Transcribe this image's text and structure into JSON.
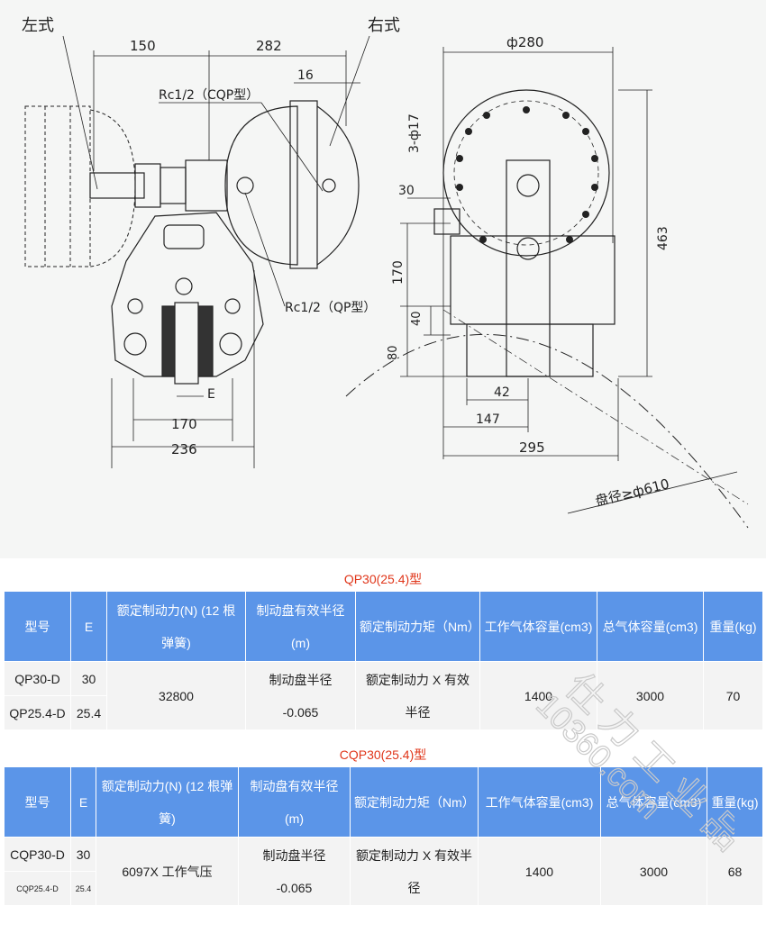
{
  "drawing": {
    "labels": {
      "left_style": "左式",
      "right_style": "右式",
      "dim_150": "150",
      "dim_282": "282",
      "dim_16": "16",
      "rc_cqp": "Rc1/2（CQP型）",
      "rc_qp": "Rc1/2（QP型）",
      "dim_E": "E",
      "dim_170": "170",
      "dim_236": "236",
      "phi_280": "ф280",
      "holes": "3-ф17",
      "dim_30": "30",
      "dim_463": "463",
      "dim_170v": "170",
      "dim_40": "40",
      "dim_80": "80",
      "dim_42": "42",
      "dim_147": "147",
      "dim_295": "295",
      "disc_dia": "盘径≥ф610"
    }
  },
  "table1": {
    "title": "QP30(25.4)型",
    "headers": [
      "型号",
      "E",
      "额定制动力(N) (12 根弹簧)",
      "制动盘有效半径(m)",
      "额定制动力矩（Nm）",
      "工作气体容量(cm3)",
      "总气体容量(cm3)",
      "重量(kg)"
    ],
    "row1": {
      "model": "QP30-D",
      "e": "30"
    },
    "row2": {
      "model": "QP25.4-D",
      "e": "25.4"
    },
    "force": "32800",
    "radius": "制动盘半径\n-0.065",
    "torque": "额定制动力 X 有效半径",
    "work_gas": "1400",
    "total_gas": "3000",
    "weight": "70"
  },
  "table2": {
    "title": "CQP30(25.4)型",
    "headers": [
      "型号",
      "E",
      "额定制动力(N) (12 根弹簧)",
      "制动盘有效半径(m)",
      "额定制动力矩（Nm）",
      "工作气体容量(cm3)",
      "总气体容量(cm3)",
      "重量(kg)"
    ],
    "row1": {
      "model": "CQP30-D",
      "e": "30"
    },
    "row2": {
      "model": "CQP25.4-D",
      "e": "25.4"
    },
    "force": "6097X 工作气压",
    "radius": "制动盘半径\n-0.065",
    "torque": "额定制动力 X 有效半径",
    "work_gas": "1400",
    "total_gas": "3000",
    "weight": "68"
  },
  "watermark": {
    "line1": "仕 力 工 业 品",
    "line2": "10360.com"
  }
}
